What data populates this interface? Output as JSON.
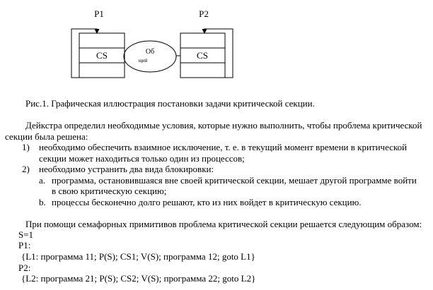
{
  "diagram": {
    "p1_label": "P1",
    "p2_label": "P2",
    "cs1_label": "CS",
    "cs2_label": "CS",
    "shared_label_line1": "Об",
    "shared_label_line2": "щий"
  },
  "caption": "Рис.1. Графическая иллюстрация постановки задачи критической секции.",
  "intro_line1": "Дейкстра определил необходимые условия, которые нужно выполнить, чтобы проблема критической",
  "intro_line2": "секции была решена:",
  "condition1_marker": "1)",
  "condition1_line1": "необходимо обеспечить взаимное исключение, т. е. в текущий момент времени в критической",
  "condition1_line2": "секции может находиться только один из процессов;",
  "condition2_marker": "2)",
  "condition2_line1": "необходимо устранить два вида блокировки:",
  "sub_a_marker": "a.",
  "sub_a_line1": "программа, остановившаяся вне своей критической секции, мешает другой программе войти",
  "sub_a_line2": "в свою критическую секцию;",
  "sub_b_marker": "b.",
  "sub_b_line1": "процессы бесконечно долго решают, кто из них войдет в критическую секцию.",
  "semaphore_intro": "При помощи семафорных примитивов проблема критической секции решается следующим образом:",
  "code": {
    "init": "S=1",
    "p1_header": "P1:",
    "p1_body": "{L1: программа 11; P(S); CS1; V(S); программа 12; goto L1}",
    "p2_header": "P2:",
    "p2_body": "{L2: программа 21; P(S); CS2; V(S); программа 22; goto L2}"
  }
}
